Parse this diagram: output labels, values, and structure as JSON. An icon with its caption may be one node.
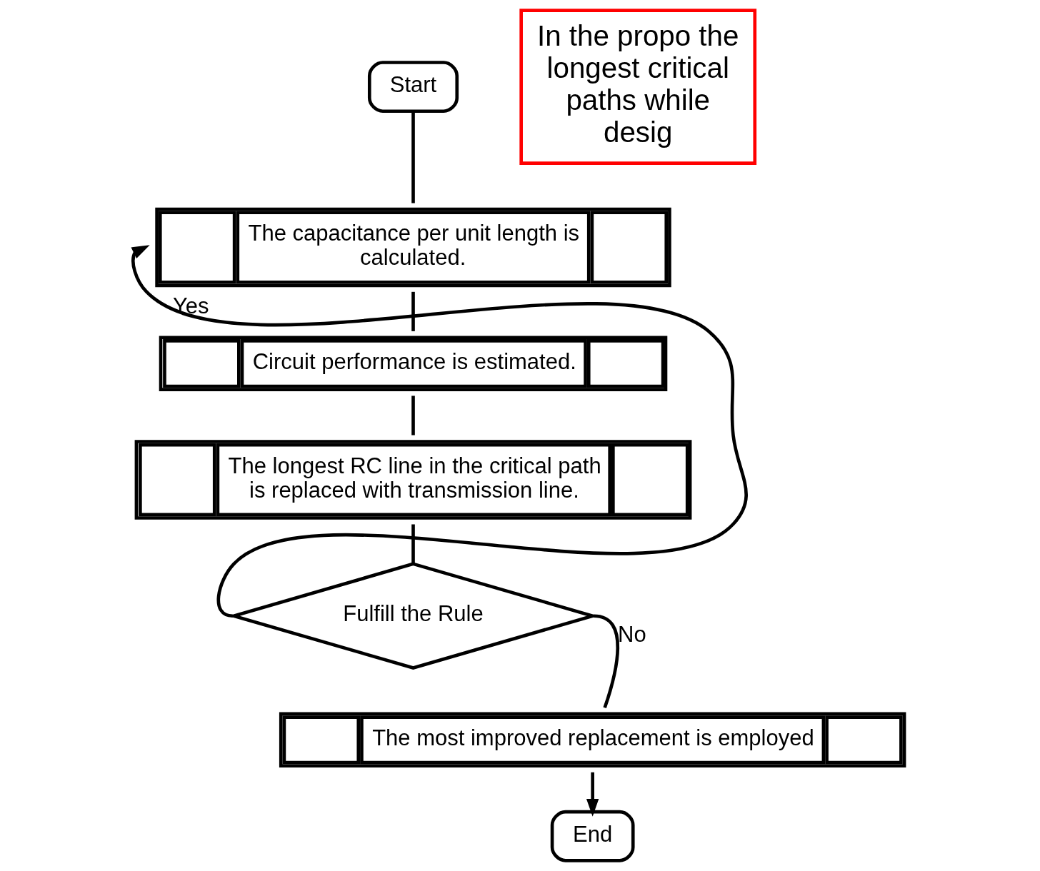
{
  "diagram": {
    "nodes": [
      {
        "text": [
          "Start"
        ]
      },
      {
        "text": [
          "The capacitance per unit length is calculated."
        ]
      },
      {
        "text": [
          "Circuit performance is estimated."
        ]
      },
      {
        "text": [
          "The longest RC line in the critical path is replaced with transmission line."
        ]
      },
      {
        "text": [
          "Fulfill the Rule"
        ]
      },
      {
        "text": [
          "The most improved replacement is employed"
        ]
      },
      {
        "text": [
          "End"
        ]
      },
      {
        "text": [
          "In the propo the longest critical paths while desig"
        ]
      }
    ],
    "edges": [
      {
        "from": 0,
        "to": 1,
        "arrow": "none"
      },
      {
        "from": 1,
        "to": 2,
        "arrow": "none"
      },
      {
        "from": 2,
        "to": 3,
        "arrow": "none"
      },
      {
        "from": 3,
        "to": 4,
        "arrow": "none"
      },
      {
        "from": 4,
        "to": 1,
        "arrow": "to",
        "label": "Yes"
      },
      {
        "from": 4,
        "to": 5,
        "arrow": "none",
        "label": "No"
      },
      {
        "from": 5,
        "to": 6,
        "arrow": "to"
      }
    ]
  }
}
